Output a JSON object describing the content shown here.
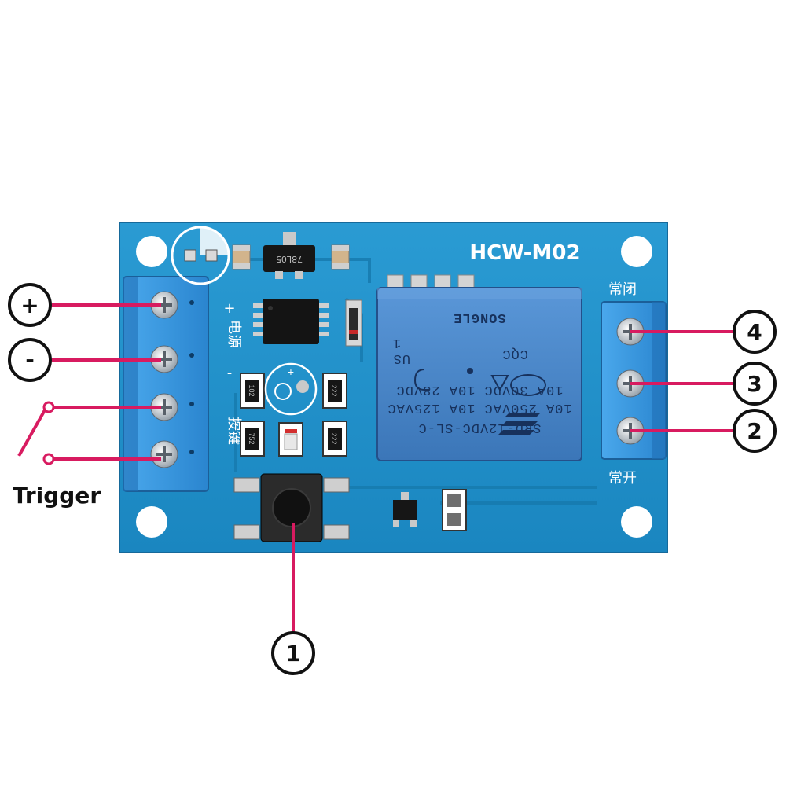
{
  "board": {
    "model": "HCW-M02",
    "nc_label": "常闭",
    "no_label": "常开",
    "power_label": "电源",
    "power_plus": "+",
    "power_minus": "-",
    "button_label": "按键",
    "regulator_marking": "78L05",
    "resistor_a": "102",
    "resistor_b": "222",
    "resistor_c": "752",
    "resistor_d": "222"
  },
  "relay": {
    "model": "SRD-12VDC-SL-C",
    "rating_1": "10A 250VAC  10A 125VAC",
    "rating_2": "10A  30VDC  10A  28VDC",
    "brand": "SONGLE",
    "cert": "CQC",
    "us_mark": "US",
    "pin_mark": "1"
  },
  "callouts": {
    "plus": "+",
    "minus": "-",
    "trigger": "Trigger",
    "n1": "1",
    "n2": "2",
    "n3": "3",
    "n4": "4"
  },
  "colors": {
    "pcb": "#1f8fc9",
    "terminal": "#2f93dc",
    "relay": "#3f7dc2",
    "callout_line": "#d81b60",
    "callout_ink": "#111111"
  }
}
